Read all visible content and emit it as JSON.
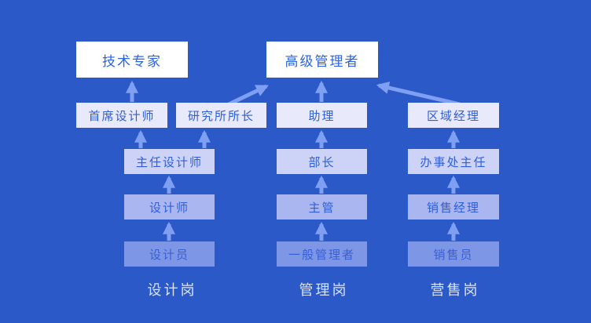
{
  "diagram": {
    "type": "career-ladder-org-chart",
    "nodes": {
      "tech_expert": {
        "label": "技术专家",
        "level": 1,
        "column": "design"
      },
      "senior_manager": {
        "label": "高级管理者",
        "level": 1,
        "column": "management"
      },
      "chief_designer": {
        "label": "首席设计师",
        "level": 2,
        "column": "design"
      },
      "institute_director": {
        "label": "研究所所长",
        "level": 2,
        "column": "design"
      },
      "assistant": {
        "label": "助理",
        "level": 2,
        "column": "management"
      },
      "regional_manager": {
        "label": "区域经理",
        "level": 2,
        "column": "sales"
      },
      "director_designer": {
        "label": "主任设计师",
        "level": 3,
        "column": "design"
      },
      "minister": {
        "label": "部长",
        "level": 3,
        "column": "management"
      },
      "office_director": {
        "label": "办事处主任",
        "level": 3,
        "column": "sales"
      },
      "designer": {
        "label": "设计师",
        "level": 4,
        "column": "design"
      },
      "supervisor": {
        "label": "主管",
        "level": 4,
        "column": "management"
      },
      "sales_manager": {
        "label": "销售经理",
        "level": 4,
        "column": "sales"
      },
      "draftsman": {
        "label": "设计员",
        "level": 5,
        "column": "design"
      },
      "general_manager": {
        "label": "一般管理者",
        "level": 5,
        "column": "management"
      },
      "salesperson": {
        "label": "销售员",
        "level": 5,
        "column": "sales"
      }
    },
    "edges": [
      {
        "from": "draftsman",
        "to": "designer"
      },
      {
        "from": "designer",
        "to": "director_designer"
      },
      {
        "from": "director_designer",
        "to": "chief_designer"
      },
      {
        "from": "director_designer",
        "to": "institute_director"
      },
      {
        "from": "chief_designer",
        "to": "tech_expert"
      },
      {
        "from": "institute_director",
        "to": "senior_manager"
      },
      {
        "from": "general_manager",
        "to": "supervisor"
      },
      {
        "from": "supervisor",
        "to": "minister"
      },
      {
        "from": "minister",
        "to": "assistant"
      },
      {
        "from": "assistant",
        "to": "senior_manager"
      },
      {
        "from": "salesperson",
        "to": "sales_manager"
      },
      {
        "from": "sales_manager",
        "to": "office_director"
      },
      {
        "from": "office_director",
        "to": "regional_manager"
      },
      {
        "from": "regional_manager",
        "to": "senior_manager"
      }
    ],
    "column_labels": {
      "design": "设计岗",
      "management": "管理岗",
      "sales": "营售岗"
    },
    "colors": {
      "background": "#2b5ac8",
      "arrow": "#7e9ff2",
      "level1_bg": "#ffffff",
      "level2_bg": "#e8e9fa",
      "level3_bg": "#cdd3f6",
      "level4_bg": "#a9b6f0",
      "level5_bg": "#7e96e6",
      "node_text": "#2f5ed8",
      "top_node_text": "#2c63e0",
      "column_label_text": "#d9e2fa"
    }
  }
}
